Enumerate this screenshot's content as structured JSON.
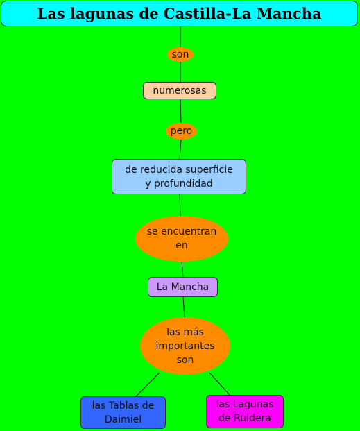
{
  "diagram": {
    "title": "Las lagunas de Castilla-La Mancha",
    "nodes": {
      "son": "son",
      "numerosas": "numerosas",
      "pero": "pero",
      "superficie": "de reducida superficie\ny profundidad",
      "encuentran": "se encuentran\nen",
      "mancha": "La Mancha",
      "importantes": "las más\nimportantes\nson",
      "daimiel": "las Tablas de\nDaimiel",
      "ruidera": "las Lagunas\nde Ruidera"
    },
    "colors": {
      "background": "#00ff00",
      "title": "#00ffff",
      "linking_phrase": "#ff8c00",
      "numerosas": "#ffd0a0",
      "superficie": "#99ccff",
      "mancha": "#cc99ff",
      "daimiel": "#3366ff",
      "ruidera": "#ff00ff"
    }
  }
}
